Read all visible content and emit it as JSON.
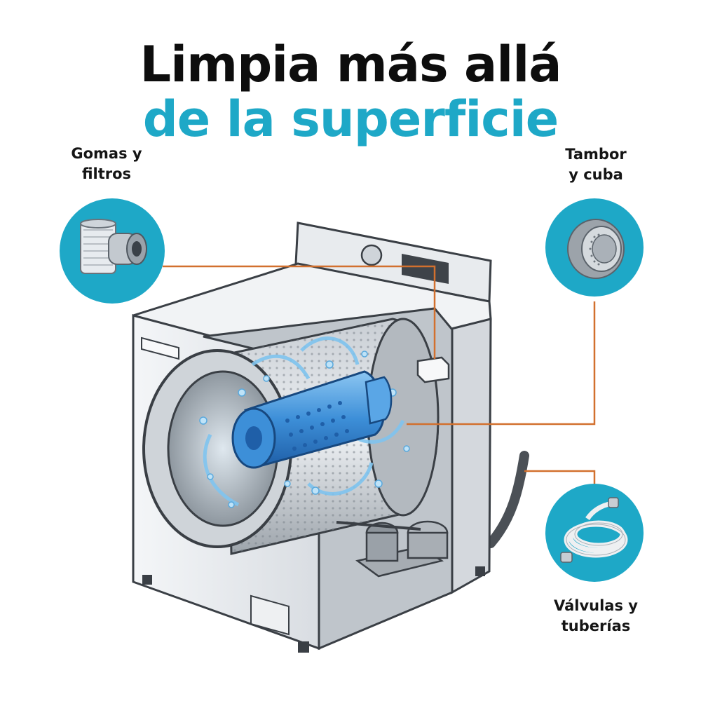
{
  "title": {
    "line1": "Limpia más allá",
    "line2": "de la superficie"
  },
  "callouts": {
    "top_left": {
      "label_line1": "Gomas y",
      "label_line2": "filtros",
      "icon": "filter-cartridge-icon"
    },
    "top_right": {
      "label_line1": "Tambor",
      "label_line2": "y cuba",
      "icon": "washing-drum-icon"
    },
    "bottom_right": {
      "label_line1": "Válvulas y",
      "label_line2": "tuberías",
      "icon": "coiled-hose-icon"
    }
  },
  "colors": {
    "accent": "#1ea8c7",
    "title_dark": "#0d0d0d",
    "leader_line": "#d2702e",
    "water_blue": "#3d8fd8"
  }
}
